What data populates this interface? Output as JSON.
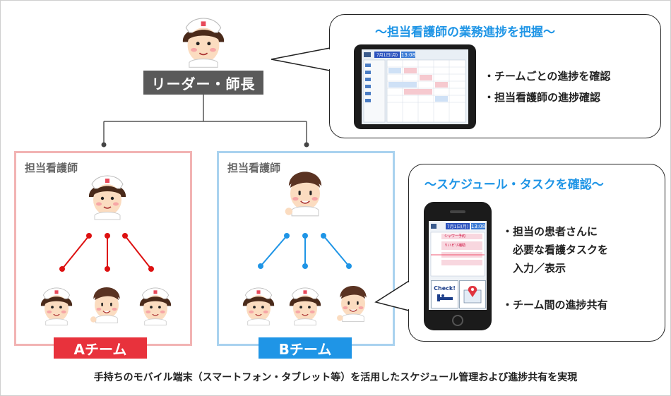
{
  "leader": {
    "label": "リーダー・師長"
  },
  "teams": [
    {
      "caption": "担当看護師",
      "label": "Aチーム",
      "color": "#e8323c",
      "line_color": "#dd1111"
    },
    {
      "caption": "担当看護師",
      "label": "Bチーム",
      "color": "#1f95e6",
      "line_color": "#1f95e6"
    }
  ],
  "bubble_top": {
    "title": "〜担当看護師の業務進捗を把握〜",
    "bullets": [
      "・チームごとの進捗を確認",
      "・担当看護師の進捗確認"
    ],
    "device": "tablet",
    "screen_date": "7月1日(月)",
    "screen_time": "13:08"
  },
  "bubble_right": {
    "title": "〜スケジュール・タスクを確認〜",
    "bullets": [
      "・担当の患者さんに",
      "　必要な看護タスクを",
      "　入力／表示",
      "・チーム間の進捗共有"
    ],
    "device": "smartphone",
    "screen_date": "7月1日(月)",
    "screen_time": "13:08",
    "task_items": [
      "シャワー予約",
      "リハビリ補助"
    ],
    "check_label": "Check!"
  },
  "footer": "手持ちのモバイル端末（スマートフォン・タブレット等）を活用したスケジュール管理および進捗共有を実現",
  "colors": {
    "accent_blue": "#1f95e6",
    "accent_red": "#e8323c",
    "leader_gray": "#5a5a5a"
  }
}
